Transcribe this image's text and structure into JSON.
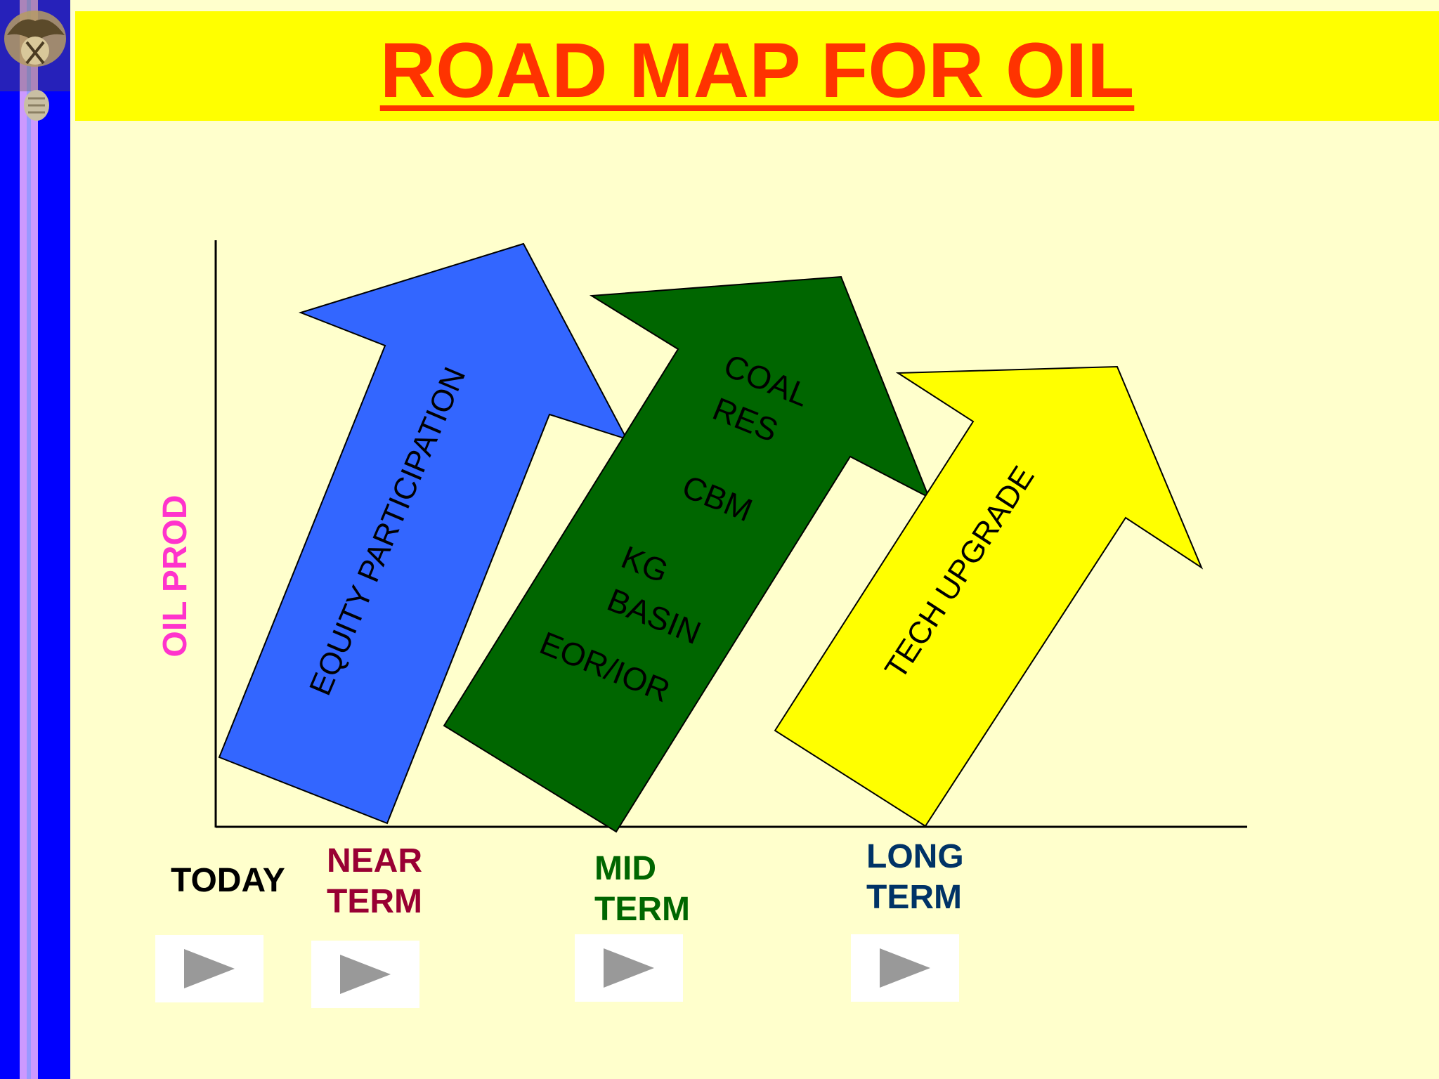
{
  "title": "ROAD MAP FOR OIL",
  "y_axis_label": "OIL PROD",
  "arrows": [
    {
      "labels": [
        "EQUITY PARTICIPATION"
      ],
      "color": "#3366FF"
    },
    {
      "labels": [
        "COAL",
        "RES",
        "CBM",
        "KG",
        "BASIN",
        "EOR/IOR"
      ],
      "color": "#006600"
    },
    {
      "labels": [
        "TECH UPGRADE"
      ],
      "color": "#FFFF00"
    }
  ],
  "phases": [
    {
      "label_lines": [
        "TODAY"
      ],
      "color": "#000000"
    },
    {
      "label_lines": [
        "NEAR",
        "TERM"
      ],
      "color": "#990033"
    },
    {
      "label_lines": [
        "MID",
        "TERM"
      ],
      "color": "#006600"
    },
    {
      "label_lines": [
        "LONG",
        "TERM"
      ],
      "color": "#003366"
    }
  ],
  "nav_buttons": [
    {
      "icon": "play-icon"
    },
    {
      "icon": "play-icon"
    },
    {
      "icon": "play-icon"
    },
    {
      "icon": "play-icon"
    }
  ],
  "colors": {
    "background": "#FFFFCC",
    "title_bar": "#FFFF00",
    "title_text": "#FF3300",
    "axis_label": "#FF33CC",
    "sidebar_blue": "#0000FF",
    "sidebar_stripe": "#CC99FF"
  }
}
